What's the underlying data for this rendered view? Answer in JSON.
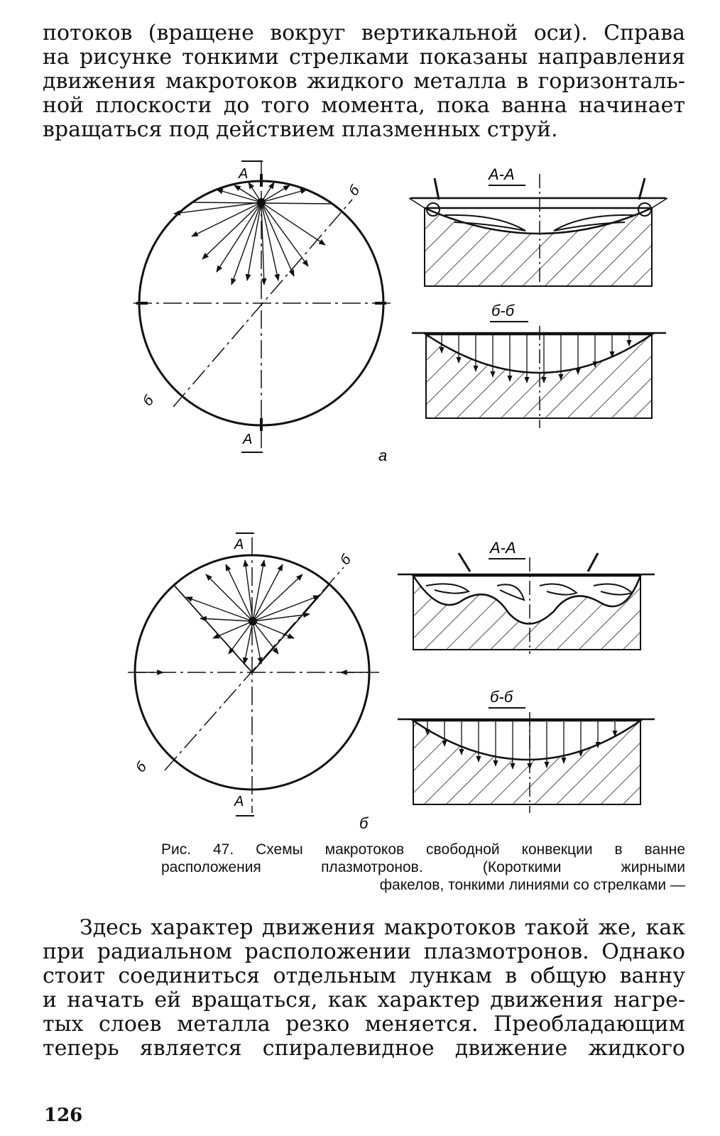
{
  "top_paragraph": [
    "потоков (вращене вокруг вертикальной оси). Справа",
    "на рисунке тонкими стрелками показаны направления",
    "движения макротоков жидкого металла в горизонталь-",
    "ной плоскости до того момента, пока ванна начинает",
    "вращаться под действием плазменных струй."
  ],
  "figure": {
    "labels": {
      "section_a": "А",
      "section_b": "б",
      "view_aa": "А-А",
      "view_bb": "б-б",
      "sub_a": "а",
      "sub_b": "б"
    }
  },
  "caption": [
    "Рис. 47. Схемы макротоков свободной конвекции в ванне",
    "расположения плазмотронов. (Короткими жирными",
    "факелов, тонкими линиями со стрелками —"
  ],
  "bottom_paragraph": [
    "Здесь характер движения макротоков такой же, как",
    "при радиальном расположении плазмотронов. Однако",
    "стоит соединиться отдельным лункам в общую ванну",
    "и начать ей вращаться, как характер движения нагре-",
    "тых слоев металла резко меняется. Преобладающим",
    "теперь является спиралевидное движение жидкого"
  ],
  "page_number": "126"
}
